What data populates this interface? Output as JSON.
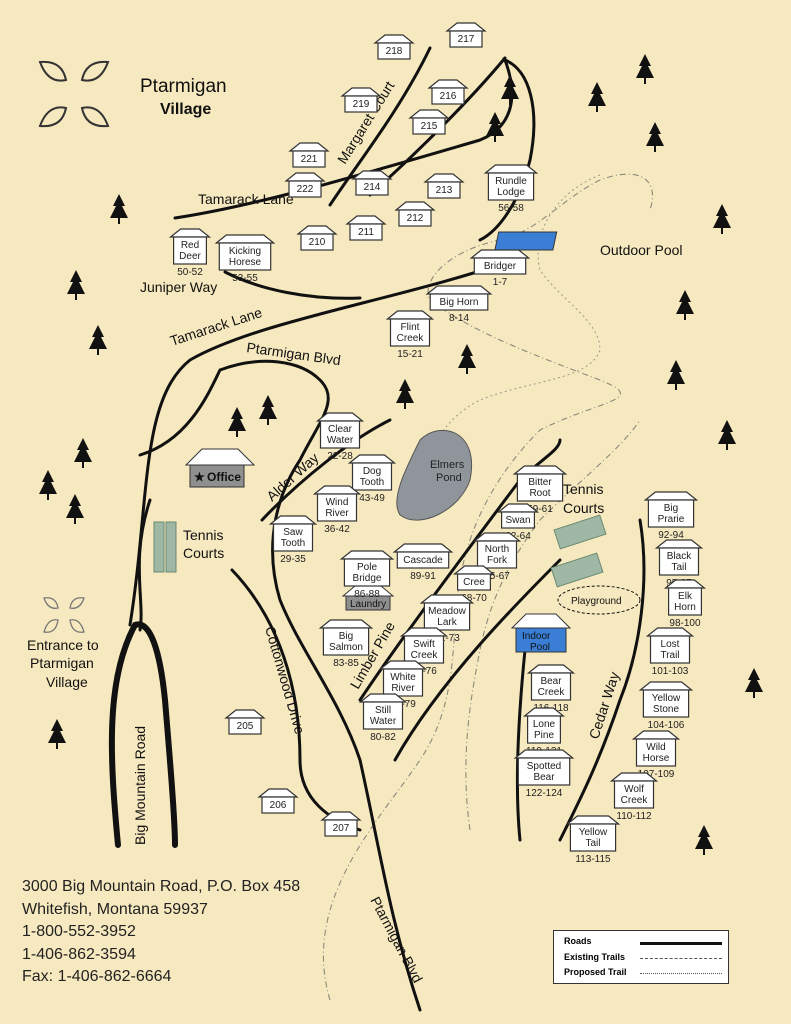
{
  "brand": {
    "name_line1": "Ptarmigan",
    "name_line2": "Village"
  },
  "roads": {
    "margaret": "Margaret Court",
    "tamarack_upper": "Tamarack Lane",
    "juniper": "Juniper Way",
    "tamarack_lower": "Tamarack Lane",
    "ptarmigan_upper": "Ptarmigan Blvd",
    "alder": "Alder Way",
    "limber": "Limber Pine",
    "cottonwood": "Cottonwood Drive",
    "big_mountain": "Big Mountain Road",
    "cedar": "Cedar Way",
    "ptarmigan_lower": "Ptarmigan Blvd"
  },
  "features": {
    "office": "Office",
    "tennis_left": [
      "Tennis",
      "Courts"
    ],
    "tennis_right": [
      "Tennis",
      "Courts"
    ],
    "outdoor_pool": "Outdoor Pool",
    "pond": [
      "Elmers",
      "Pond"
    ],
    "laundry": "Laundry",
    "indoor_pool": [
      "Indoor",
      "Pool"
    ],
    "playground": "Playground",
    "entrance": [
      "Entrance to",
      "Ptarmigan",
      "Village"
    ]
  },
  "units": [
    {
      "id": "u218",
      "lines": [
        "218"
      ]
    },
    {
      "id": "u217",
      "lines": [
        "217"
      ]
    },
    {
      "id": "u219",
      "lines": [
        "219"
      ]
    },
    {
      "id": "u216",
      "lines": [
        "216"
      ]
    },
    {
      "id": "u215",
      "lines": [
        "215"
      ]
    },
    {
      "id": "u221",
      "lines": [
        "221"
      ]
    },
    {
      "id": "u222",
      "lines": [
        "222"
      ]
    },
    {
      "id": "u214",
      "lines": [
        "214"
      ]
    },
    {
      "id": "u213",
      "lines": [
        "213"
      ]
    },
    {
      "id": "u212",
      "lines": [
        "212"
      ]
    },
    {
      "id": "u211",
      "lines": [
        "211"
      ]
    },
    {
      "id": "u210",
      "lines": [
        "210"
      ]
    },
    {
      "id": "rundle",
      "lines": [
        "Rundle",
        "Lodge"
      ],
      "num": "56-58"
    },
    {
      "id": "reddeer",
      "lines": [
        "Red",
        "Deer"
      ],
      "num": "50-52"
    },
    {
      "id": "kicking",
      "lines": [
        "Kicking",
        "Horese"
      ],
      "num": "53-55"
    },
    {
      "id": "bridger",
      "lines": [
        "Bridger"
      ],
      "num": "1-7"
    },
    {
      "id": "bighorn",
      "lines": [
        "Big Horn"
      ],
      "num": "8-14"
    },
    {
      "id": "flint",
      "lines": [
        "Flint",
        "Creek"
      ],
      "num": "15-21"
    },
    {
      "id": "clear",
      "lines": [
        "Clear",
        "Water"
      ],
      "num": "22-28"
    },
    {
      "id": "dog",
      "lines": [
        "Dog",
        "Tooth"
      ],
      "num": "43-49"
    },
    {
      "id": "wind",
      "lines": [
        "Wind",
        "River"
      ],
      "num": "36-42"
    },
    {
      "id": "saw",
      "lines": [
        "Saw",
        "Tooth"
      ],
      "num": "29-35"
    },
    {
      "id": "bitter",
      "lines": [
        "Bitter",
        "Root"
      ],
      "num": "59-61"
    },
    {
      "id": "swan",
      "lines": [
        "Swan"
      ],
      "num": "62-64"
    },
    {
      "id": "northfork",
      "lines": [
        "North",
        "Fork"
      ],
      "num": "65-67"
    },
    {
      "id": "pole",
      "lines": [
        "Pole",
        "Bridge"
      ],
      "num": "86-88"
    },
    {
      "id": "cascade",
      "lines": [
        "Cascade"
      ],
      "num": "89-91"
    },
    {
      "id": "cree",
      "lines": [
        "Cree"
      ],
      "num": "68-70"
    },
    {
      "id": "meadow",
      "lines": [
        "Meadow",
        "Lark"
      ],
      "num": "71-73"
    },
    {
      "id": "bigsalmon",
      "lines": [
        "Big",
        "Salmon"
      ],
      "num": "83-85"
    },
    {
      "id": "swift",
      "lines": [
        "Swift",
        "Creek"
      ],
      "num": "74-76"
    },
    {
      "id": "white",
      "lines": [
        "White",
        "River"
      ],
      "num": "77-79"
    },
    {
      "id": "still",
      "lines": [
        "Still",
        "Water"
      ],
      "num": "80-82"
    },
    {
      "id": "bear",
      "lines": [
        "Bear",
        "Creek"
      ],
      "num": "116-118"
    },
    {
      "id": "lonepine",
      "lines": [
        "Lone",
        "Pine"
      ],
      "num": "119-121"
    },
    {
      "id": "spotted",
      "lines": [
        "Spotted",
        "Bear"
      ],
      "num": "122-124"
    },
    {
      "id": "yellowtail",
      "lines": [
        "Yellow",
        "Tail"
      ],
      "num": "113-115"
    },
    {
      "id": "bigprarie",
      "lines": [
        "Big",
        "Prarie"
      ],
      "num": "92-94"
    },
    {
      "id": "blacktail",
      "lines": [
        "Black",
        "Tail"
      ],
      "num": "95-97"
    },
    {
      "id": "elkhorn",
      "lines": [
        "Elk",
        "Horn"
      ],
      "num": "98-100"
    },
    {
      "id": "losttrail",
      "lines": [
        "Lost",
        "Trail"
      ],
      "num": "101-103"
    },
    {
      "id": "yellowstone",
      "lines": [
        "Yellow",
        "Stone"
      ],
      "num": "104-106"
    },
    {
      "id": "wildhorse",
      "lines": [
        "Wild",
        "Horse"
      ],
      "num": "107-109"
    },
    {
      "id": "wolf",
      "lines": [
        "Wolf",
        "Creek"
      ],
      "num": "110-112"
    },
    {
      "id": "u205",
      "lines": [
        "205"
      ]
    },
    {
      "id": "u206",
      "lines": [
        "206"
      ]
    },
    {
      "id": "u207",
      "lines": [
        "207"
      ]
    }
  ],
  "address": [
    "3000 Big Mountain Road, P.O. Box 458",
    "Whitefish, Montana 59937",
    "1-800-552-3952",
    "1-406-862-3594",
    "Fax: 1-406-862-6664"
  ],
  "legend": {
    "roads": "Roads",
    "existing": "Existing Trails",
    "proposed": "Proposed Trail"
  },
  "colors": {
    "background": "#f7e9bf",
    "pool": "#3a7fd5",
    "courts": "#9fb7a5",
    "pond": "#8f959b",
    "office": "#8f8f8f"
  }
}
